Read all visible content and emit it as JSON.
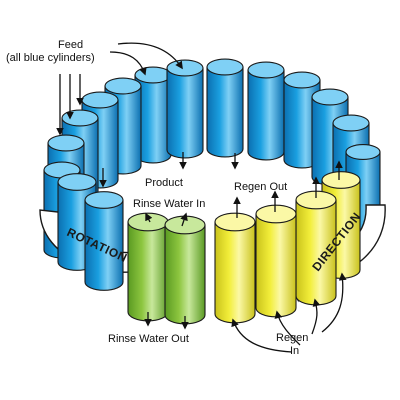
{
  "labels": {
    "feed": "Feed",
    "feed_sub": "(all blue cylinders)",
    "product": "Product",
    "rinse_in": "Rinse Water In",
    "rinse_out": "Rinse Water Out",
    "regen_out": "Regen Out",
    "regen_in_1": "Regen",
    "regen_in_2": "In",
    "rotation": "ROTATION",
    "direction": "DIRECTION"
  },
  "cylinders": {
    "blue_count": 16,
    "green_count": 2,
    "yellow_count": 4
  },
  "colors": {
    "blue": "#1a9fe0",
    "blue_dark": "#0b6fb0",
    "blue_light": "#7fd0f5",
    "green": "#8dc63f",
    "green_dark": "#5a9a22",
    "green_light": "#c8e89c",
    "yellow": "#f2ee3a",
    "yellow_dark": "#c9c21b",
    "yellow_light": "#fbf8a6",
    "band": "#ffffff",
    "outline": "#1a1a1a"
  }
}
